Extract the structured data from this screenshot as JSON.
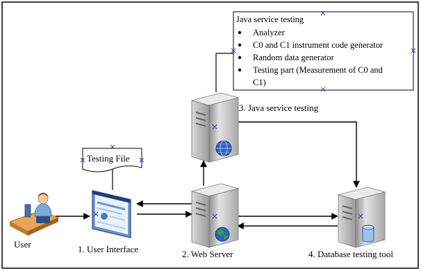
{
  "diagram": {
    "nodes": {
      "user": {
        "label": "User"
      },
      "user_interface": {
        "label": "1. User Interface"
      },
      "web_server": {
        "label": "2. Web Server"
      },
      "java_service": {
        "label": "3. Java service testing"
      },
      "database_tool": {
        "label": "4. Database testing tool"
      }
    },
    "testing_file": {
      "label": "Testing File"
    },
    "java_box": {
      "title": "Java service testing",
      "items": [
        "Analyzer",
        "C0 and C1 instrument code generator",
        "Random data generator",
        "Testing part (Measurement of C0 and",
        "C1)"
      ]
    },
    "colors": {
      "server_body": "#c9c9c9",
      "server_dark": "#6d6d6d",
      "screen_blue": "#7aa6e0",
      "globe_blue": "#2b62c4",
      "globe_green": "#37a043",
      "marker_blue": "#1f3fd6"
    },
    "icons": [
      "user-at-desk-icon",
      "ui-window-icon",
      "server-icon",
      "globe-icon",
      "database-cylinder-icon"
    ]
  }
}
